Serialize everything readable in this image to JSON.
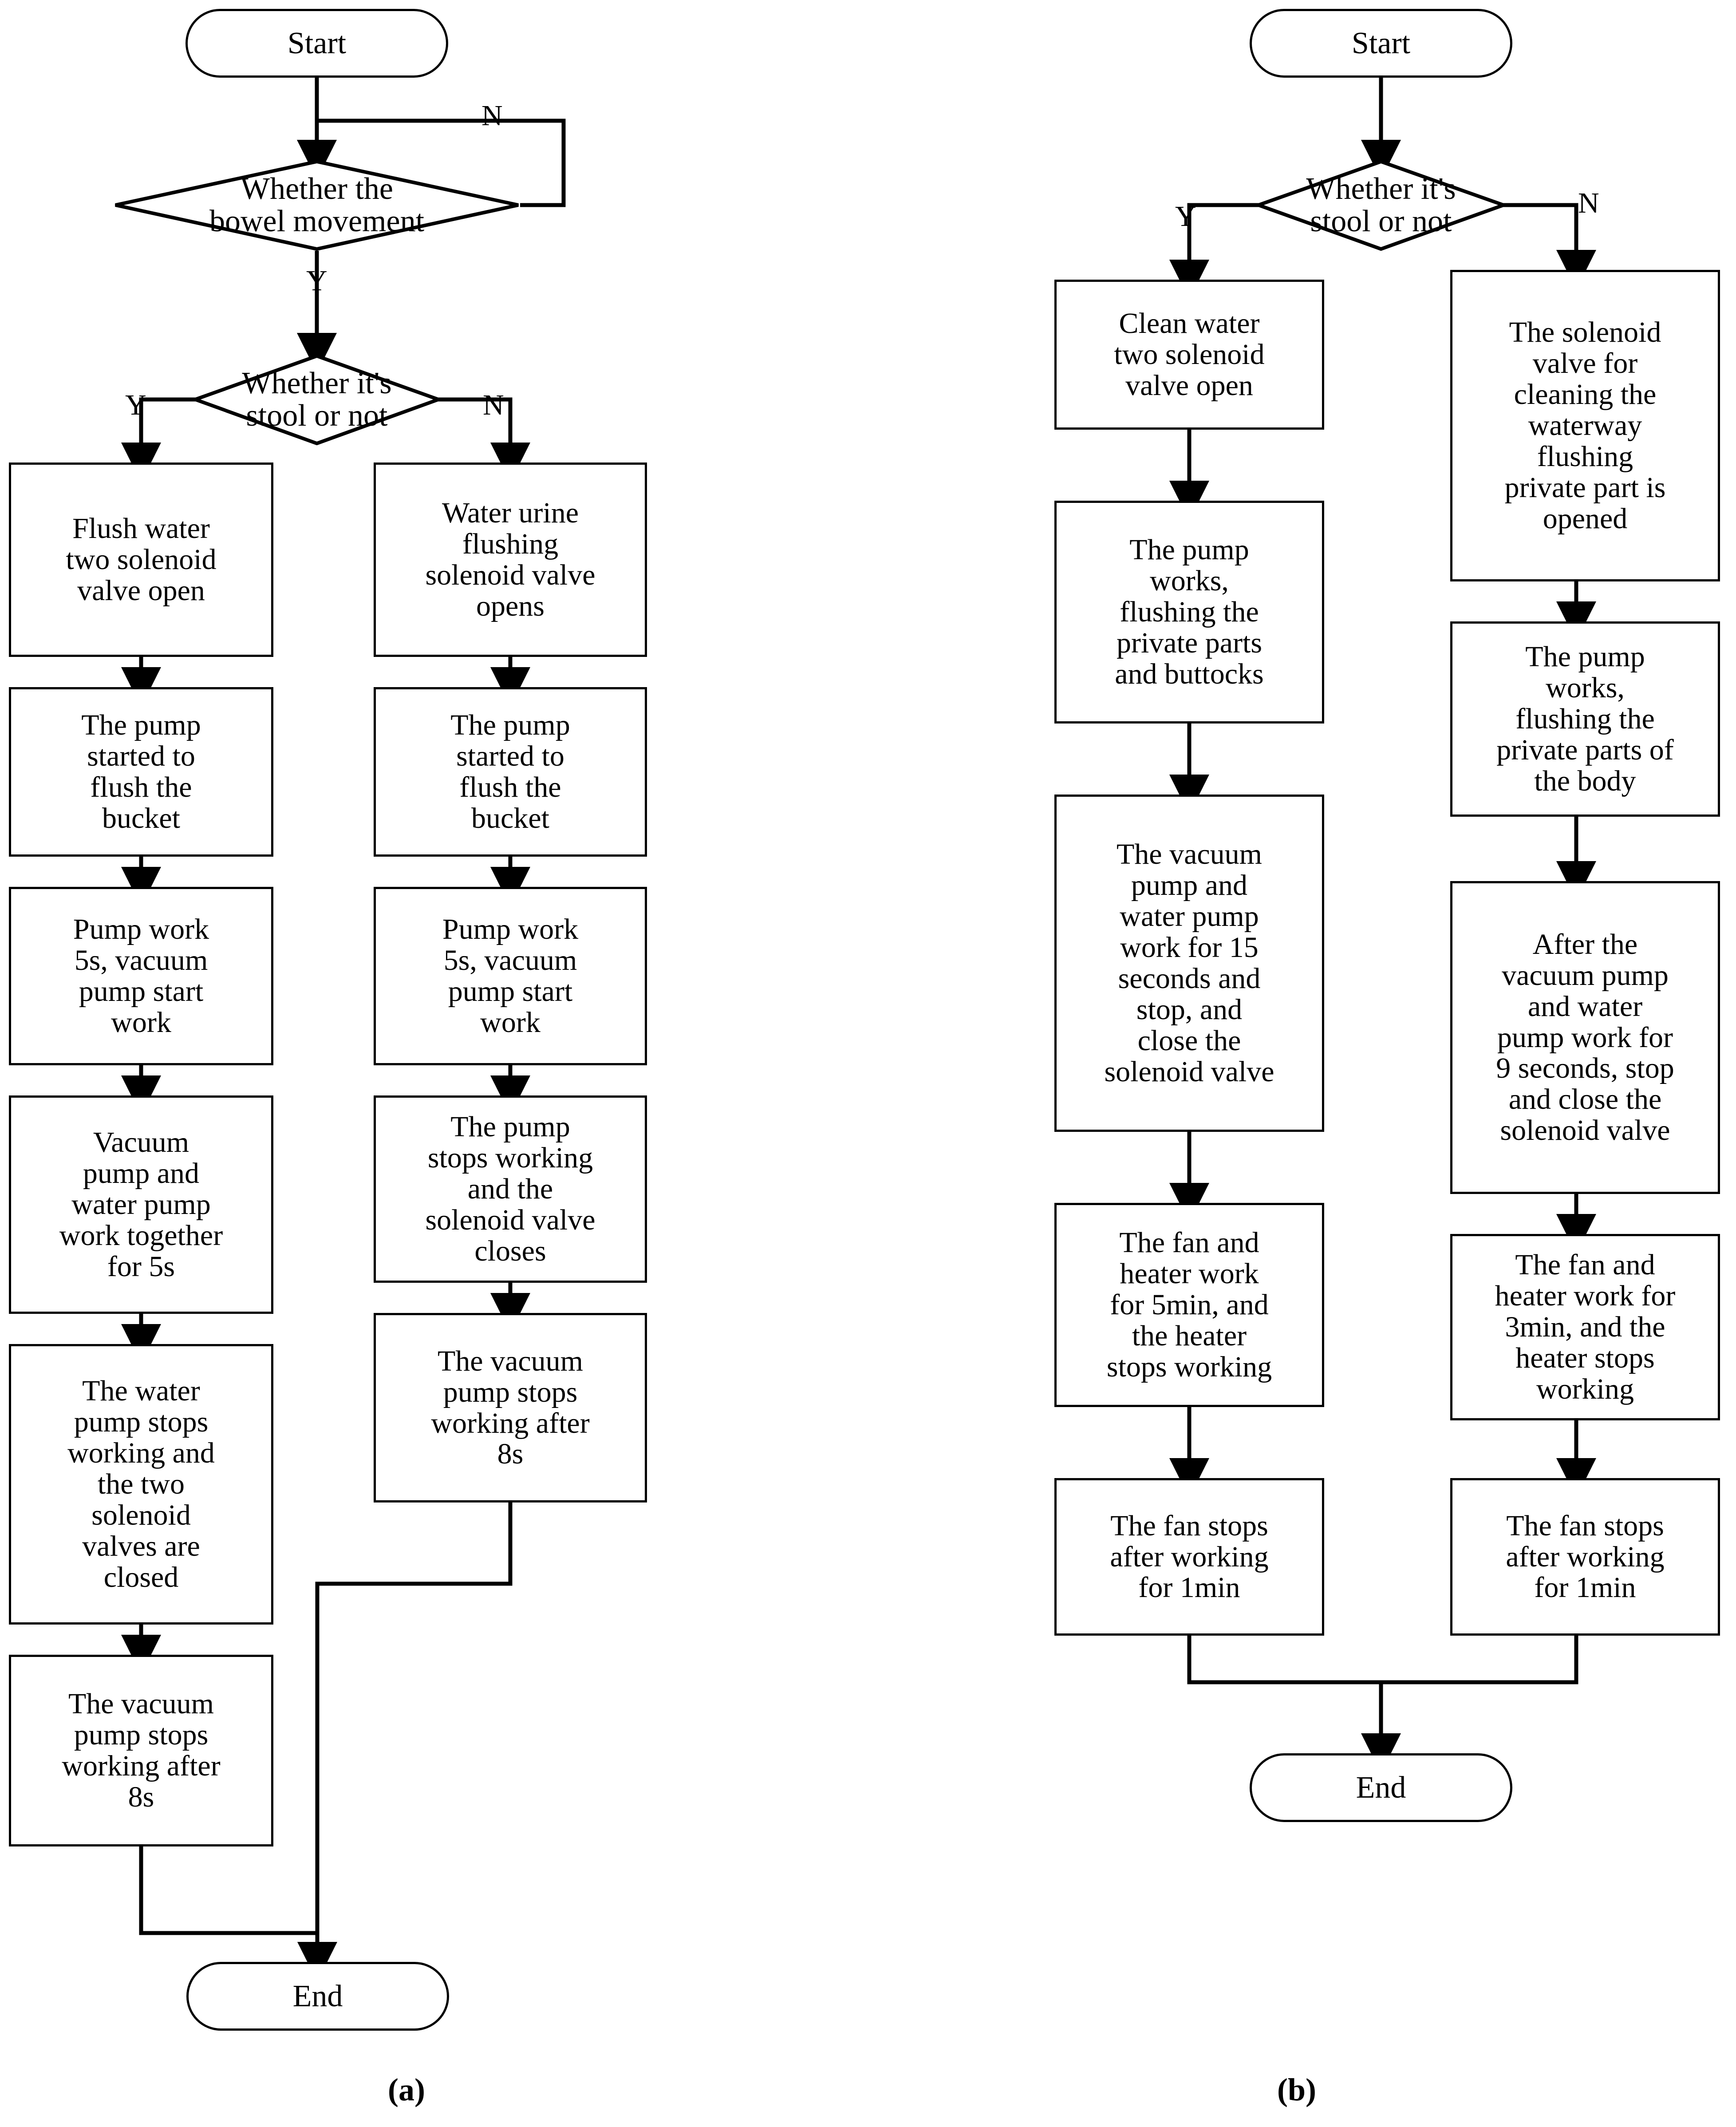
{
  "figure": {
    "type": "flowchart",
    "panels": [
      {
        "id": "a",
        "caption": "(a)",
        "nodes": [
          {
            "key": "a_start",
            "shape": "terminator",
            "label": "Start"
          },
          {
            "key": "a_d1",
            "shape": "decision",
            "label": "Whether the\nbowel movement"
          },
          {
            "key": "a_d2",
            "shape": "decision",
            "label": "Whether it's\nstool or not"
          },
          {
            "key": "a_p1",
            "shape": "process",
            "label": "Flush water\ntwo solenoid\nvalve open"
          },
          {
            "key": "a_p2",
            "shape": "process",
            "label": "The pump\nstarted to\nflush the\nbucket"
          },
          {
            "key": "a_p3",
            "shape": "process",
            "label": "Pump work\n5s, vacuum\npump start\nwork"
          },
          {
            "key": "a_p4",
            "shape": "process",
            "label": "Vacuum\npump and\nwater pump\nwork together\nfor 5s"
          },
          {
            "key": "a_p5",
            "shape": "process",
            "label": "The water\npump stops\nworking and\nthe two\nsolenoid\nvalves are\nclosed"
          },
          {
            "key": "a_p6",
            "shape": "process",
            "label": "The vacuum\npump stops\nworking after\n8s"
          },
          {
            "key": "a_q1",
            "shape": "process",
            "label": "Water urine\nflushing\nsolenoid valve\nopens"
          },
          {
            "key": "a_q2",
            "shape": "process",
            "label": "The pump\nstarted to\nflush the\nbucket"
          },
          {
            "key": "a_q3",
            "shape": "process",
            "label": "Pump work\n5s, vacuum\npump start\nwork"
          },
          {
            "key": "a_q4",
            "shape": "process",
            "label": "The pump\nstops working\nand the\nsolenoid valve\ncloses"
          },
          {
            "key": "a_q5",
            "shape": "process",
            "label": "The vacuum\npump stops\nworking after\n8s"
          },
          {
            "key": "a_end",
            "shape": "terminator",
            "label": "End"
          }
        ],
        "edge_labels": [
          {
            "key": "a_d1_n",
            "text": "N"
          },
          {
            "key": "a_d1_y",
            "text": "Y"
          },
          {
            "key": "a_d2_y",
            "text": "Y"
          },
          {
            "key": "a_d2_n",
            "text": "N"
          }
        ]
      },
      {
        "id": "b",
        "caption": "(b)",
        "nodes": [
          {
            "key": "b_start",
            "shape": "terminator",
            "label": "Start"
          },
          {
            "key": "b_d1",
            "shape": "decision",
            "label": "Whether it's\nstool or not"
          },
          {
            "key": "b_p1",
            "shape": "process",
            "label": "Clean water\ntwo solenoid\nvalve open"
          },
          {
            "key": "b_p2",
            "shape": "process",
            "label": "The pump\nworks,\nflushing the\nprivate parts\nand buttocks"
          },
          {
            "key": "b_p3",
            "shape": "process",
            "label": "The vacuum\npump and\nwater pump\nwork for 15\nseconds and\nstop, and\nclose the\nsolenoid valve"
          },
          {
            "key": "b_p4",
            "shape": "process",
            "label": "The fan and\nheater work\nfor 5min, and\nthe heater\nstops working"
          },
          {
            "key": "b_p5",
            "shape": "process",
            "label": "The fan stops\nafter working\nfor 1min"
          },
          {
            "key": "b_q1",
            "shape": "process",
            "label": "The solenoid\nvalve for\ncleaning the\nwaterway\nflushing\nprivate part is\nopened"
          },
          {
            "key": "b_q2",
            "shape": "process",
            "label": "The pump\nworks,\nflushing the\nprivate parts of\nthe body"
          },
          {
            "key": "b_q3",
            "shape": "process",
            "label": "After the\nvacuum pump\nand water\npump work for\n9 seconds, stop\nand close the\nsolenoid valve"
          },
          {
            "key": "b_q4",
            "shape": "process",
            "label": "The fan and\nheater work for\n3min, and the\nheater stops\nworking"
          },
          {
            "key": "b_q5",
            "shape": "process",
            "label": "The fan stops\nafter working\nfor 1min"
          },
          {
            "key": "b_end",
            "shape": "terminator",
            "label": "End"
          }
        ],
        "edge_labels": [
          {
            "key": "b_d1_y",
            "text": "Y"
          },
          {
            "key": "b_d1_n",
            "text": "N"
          }
        ]
      }
    ],
    "colors": {
      "stroke": "#000000",
      "fill": "#ffffff",
      "text": "#000000"
    }
  }
}
